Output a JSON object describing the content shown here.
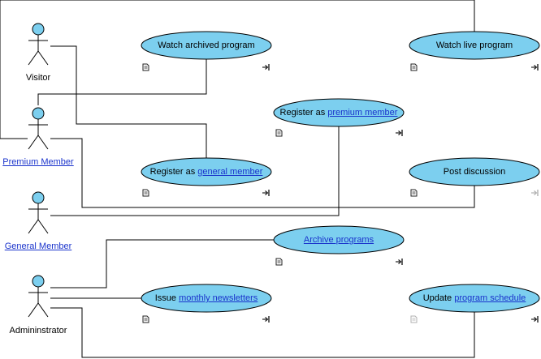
{
  "actors": {
    "visitor": "Visitor",
    "premium": "Premium Member",
    "general": "General Member",
    "admin": "Admininstrator"
  },
  "use_cases": {
    "watch_archived": "Watch archived program",
    "watch_live": "Watch live program",
    "register_premium_prefix": "Register as ",
    "register_premium_link": "premium member",
    "register_general_prefix": "Register as ",
    "register_general_link": "general member",
    "post_discussion": "Post discussion",
    "archive_programs": "Archive programs",
    "issue_newsletters_prefix": "Issue ",
    "issue_newsletters_link": "monthly newsletters",
    "update_schedule_prefix": "Update ",
    "update_schedule_link": "program schedule"
  },
  "colors": {
    "usecase_fill": "#7ccfef",
    "actor_head": "#7ccfef",
    "link_text": "#1a33cc"
  },
  "icons": [
    "document-icon",
    "step-in-arrow-icon"
  ]
}
